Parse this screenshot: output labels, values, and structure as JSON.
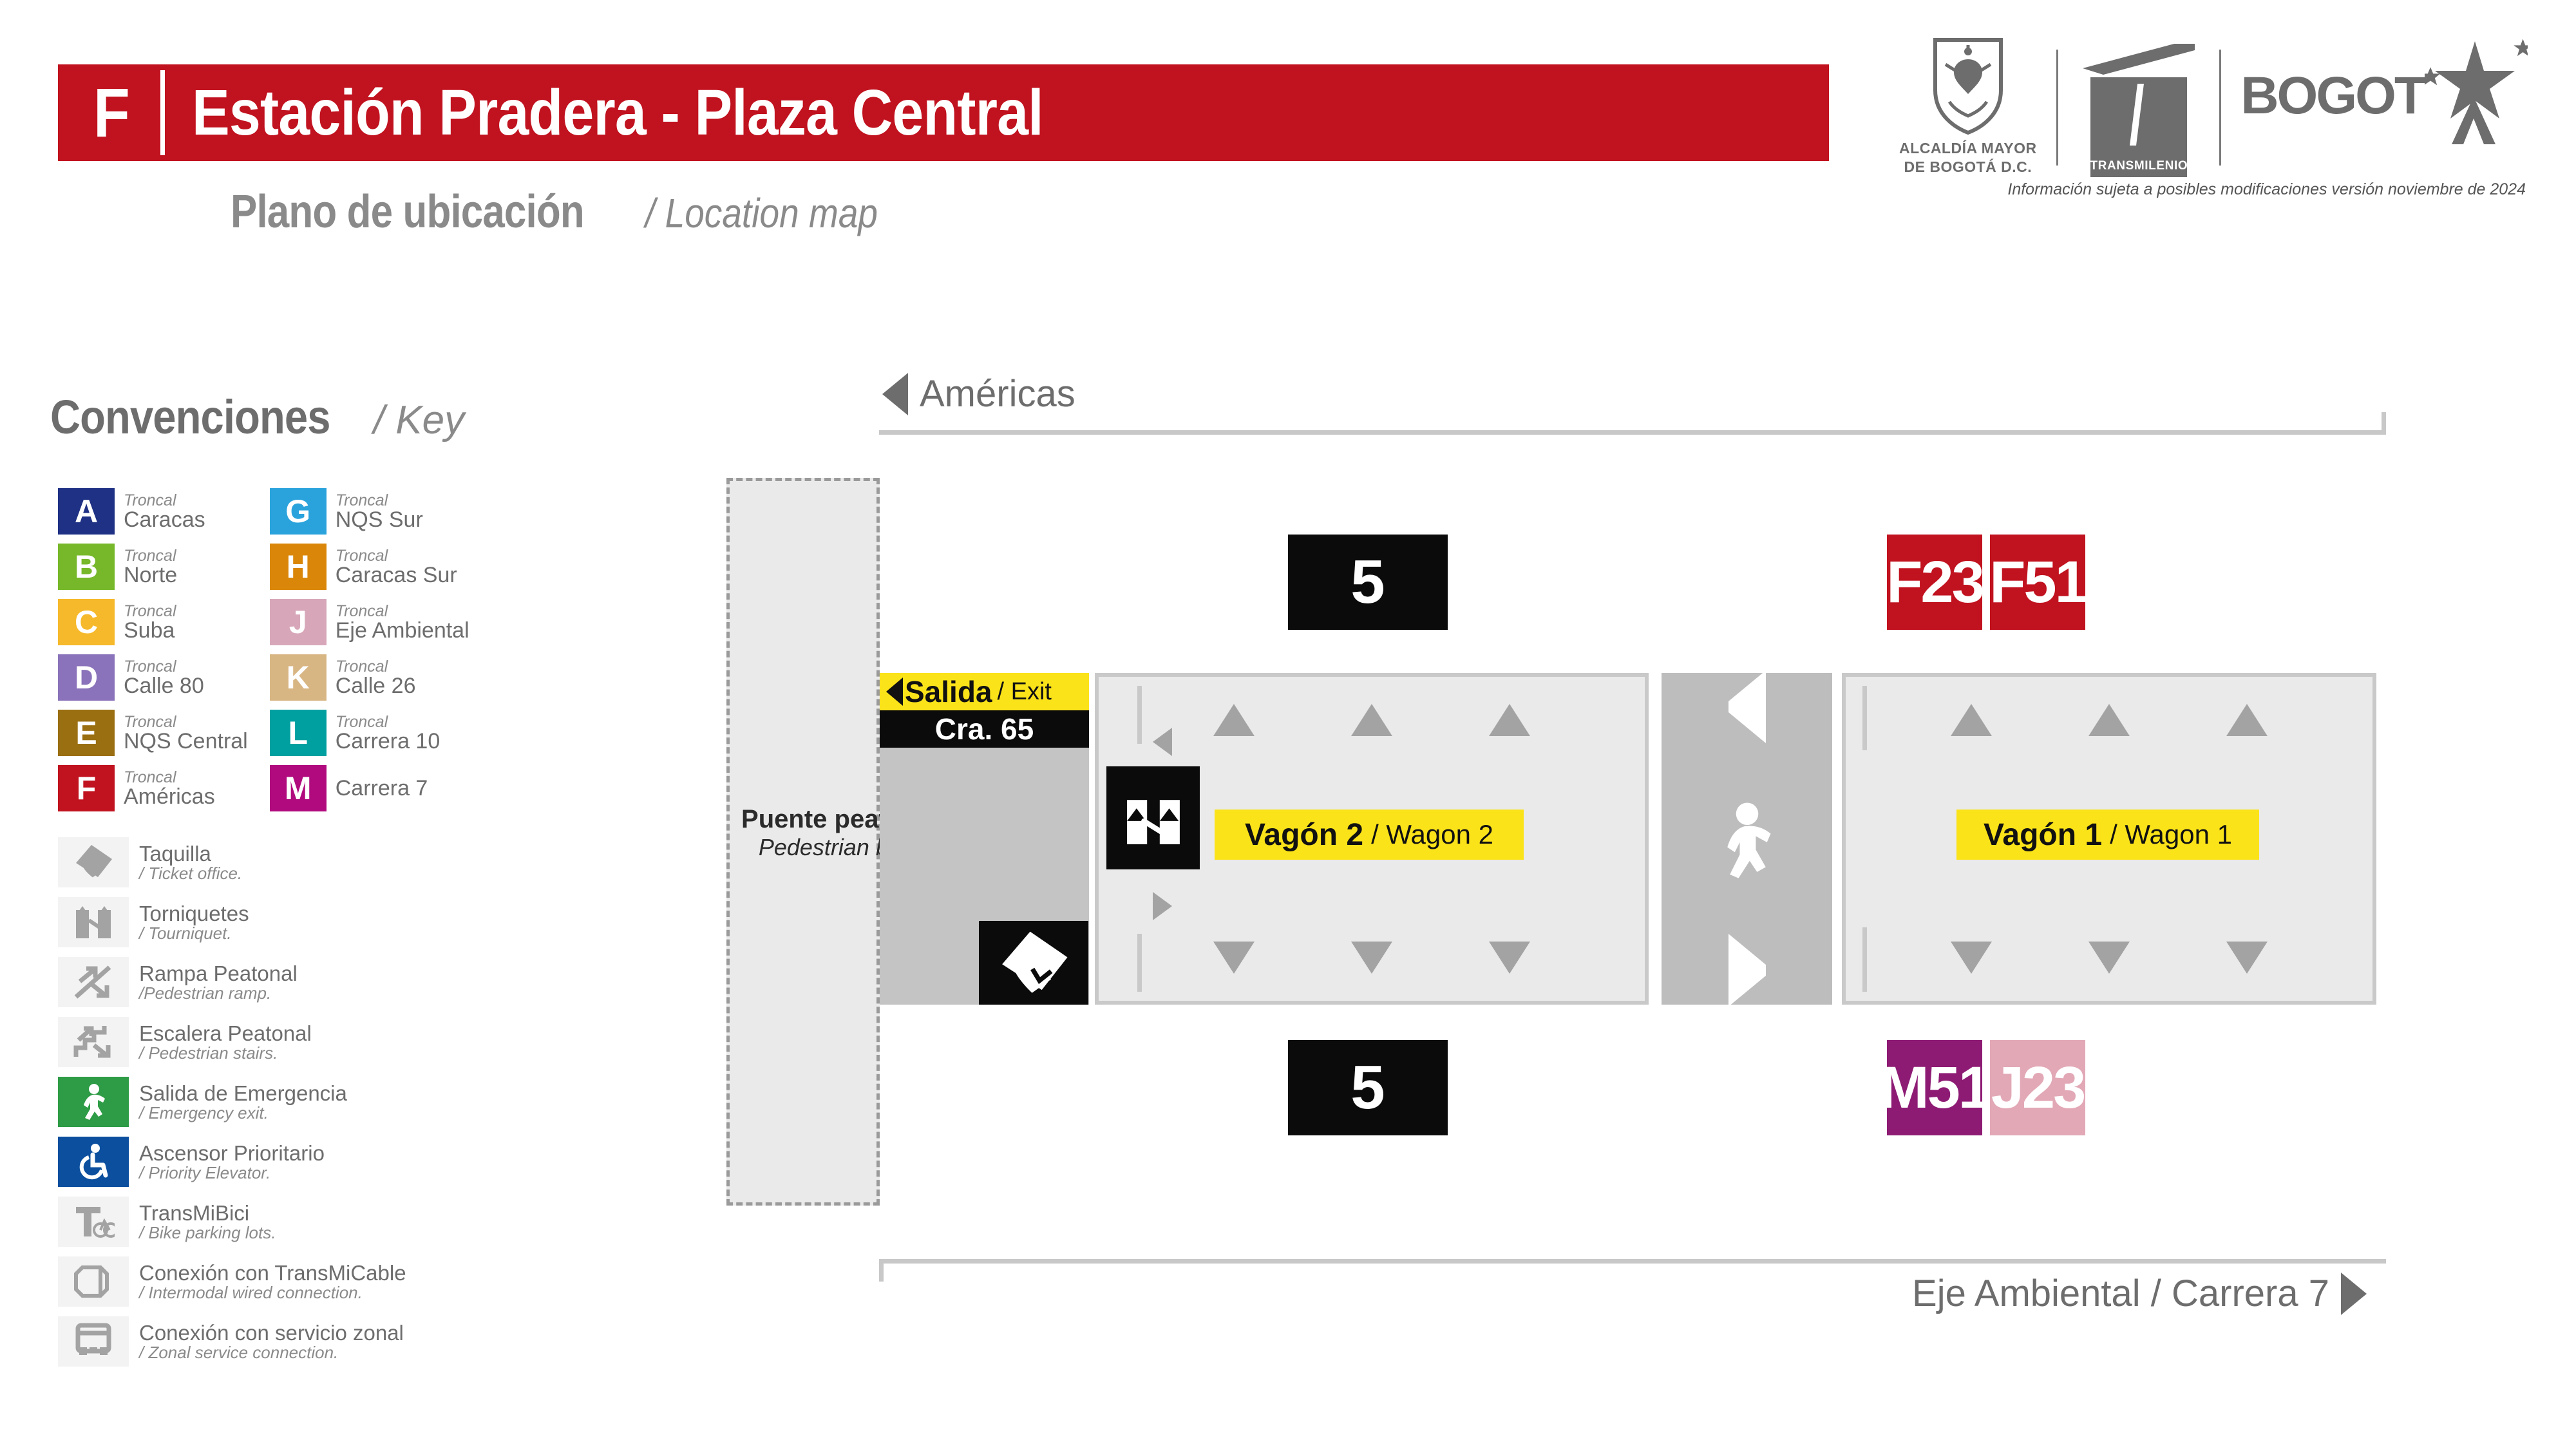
{
  "header": {
    "trunk_letter": "F",
    "station_name": "Estación Pradera - Plaza Central",
    "subtitle_es": "Plano de ubicación",
    "subtitle_en": "/ Location map",
    "bar_color": "#c1121f"
  },
  "logos": {
    "alcaldia_line1": "ALCALDÍA MAYOR",
    "alcaldia_line2": "DE BOGOTÁ D.C.",
    "transmilenio": "TRANSMILENIO",
    "bogota": "BOGOT",
    "notice": "Información sujeta a posibles modificaciones versión noviembre de 2024"
  },
  "legend": {
    "title_es": "Convenciones",
    "title_en": "/ Key",
    "trunks_left": [
      {
        "letter": "A",
        "sub": "Troncal",
        "name": "Caracas",
        "color": "#1f3184"
      },
      {
        "letter": "B",
        "sub": "Troncal",
        "name": "Norte",
        "color": "#76b82a"
      },
      {
        "letter": "C",
        "sub": "Troncal",
        "name": "Suba",
        "color": "#f6b92b"
      },
      {
        "letter": "D",
        "sub": "Troncal",
        "name": "Calle 80",
        "color": "#8a73ba"
      },
      {
        "letter": "E",
        "sub": "Troncal",
        "name": "NQS Central",
        "color": "#9a6f12"
      },
      {
        "letter": "F",
        "sub": "Troncal",
        "name": "Américas",
        "color": "#c1121f"
      }
    ],
    "trunks_right": [
      {
        "letter": "G",
        "sub": "Troncal",
        "name": "NQS Sur",
        "color": "#2aa3dc"
      },
      {
        "letter": "H",
        "sub": "Troncal",
        "name": "Caracas Sur",
        "color": "#da8709"
      },
      {
        "letter": "J",
        "sub": "Troncal",
        "name": "Eje Ambiental",
        "color": "#d7a7b9"
      },
      {
        "letter": "K",
        "sub": "Troncal",
        "name": "Calle 26",
        "color": "#d8b684"
      },
      {
        "letter": "L",
        "sub": "Troncal",
        "name": "Carrera 10",
        "color": "#00a0a0"
      },
      {
        "letter": "M",
        "sub": "",
        "name": "Carrera 7",
        "color": "#b00a7e"
      }
    ],
    "facilities": [
      {
        "icon": "ticket-office-icon",
        "es": "Taquilla",
        "en": "/ Ticket office.",
        "bg": "#f3f3f3",
        "fg": "#a3a3a3"
      },
      {
        "icon": "turnstile-icon",
        "es": "Torniquetes",
        "en": "/ Tourniquet.",
        "bg": "#f3f3f3",
        "fg": "#a3a3a3"
      },
      {
        "icon": "pedestrian-ramp-icon",
        "es": "Rampa Peatonal",
        "en": "/Pedestrian ramp.",
        "bg": "#f3f3f3",
        "fg": "#a3a3a3"
      },
      {
        "icon": "pedestrian-stairs-icon",
        "es": "Escalera Peatonal",
        "en": "/ Pedestrian stairs.",
        "bg": "#f3f3f3",
        "fg": "#a3a3a3"
      },
      {
        "icon": "emergency-exit-icon",
        "es": "Salida de Emergencia",
        "en": "/ Emergency exit.",
        "bg": "#2e9c46",
        "fg": "#ffffff"
      },
      {
        "icon": "priority-elevator-icon",
        "es": "Ascensor Prioritario",
        "en": "/ Priority Elevator.",
        "bg": "#0b4f9e",
        "fg": "#ffffff"
      },
      {
        "icon": "bike-parking-icon",
        "es": "TransMiBici",
        "en": "/ Bike parking lots.",
        "bg": "#f3f3f3",
        "fg": "#a3a3a3"
      },
      {
        "icon": "transmicable-icon",
        "es": "Conexión con TransMiCable",
        "en": "/ Intermodal wired connection.",
        "bg": "#f3f3f3",
        "fg": "#a3a3a3"
      },
      {
        "icon": "zonal-bus-icon",
        "es": "Conexión con servicio zonal",
        "en": "/ Zonal service connection.",
        "bg": "#f3f3f3",
        "fg": "#a3a3a3"
      }
    ]
  },
  "map": {
    "direction_top": "Américas",
    "direction_bottom": "Eje Ambiental / Carrera 7",
    "bridge_es": "Puente peatonal",
    "bridge_en": "Pedestrian bridge",
    "exit_es": "Salida",
    "exit_en": "/ Exit",
    "exit_street": "Cra. 65",
    "wagon2_es": "Vagón 2",
    "wagon2_en": "/ Wagon 2",
    "wagon1_es": "Vagón 1",
    "wagon1_en": "/ Wagon 1",
    "vehicle_count_top": "5",
    "vehicle_count_bottom": "5",
    "routes_top": [
      {
        "code": "F23",
        "color": "#c1121f"
      },
      {
        "code": "F51",
        "color": "#c1121f"
      }
    ],
    "routes_bottom": [
      {
        "code": "M51",
        "color": "#8d1b74"
      },
      {
        "code": "J23",
        "color": "#e2a8b6"
      }
    ]
  }
}
